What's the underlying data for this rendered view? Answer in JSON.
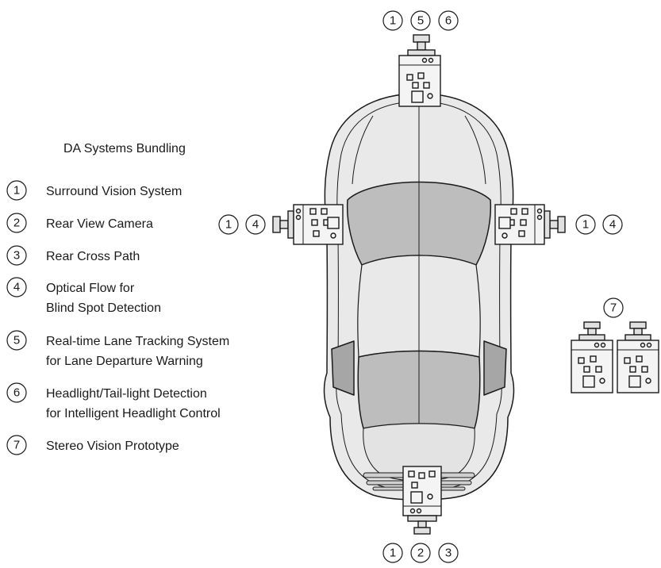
{
  "legend": {
    "title": "DA Systems Bundling",
    "items": [
      {
        "num": "1",
        "lines": [
          "Surround Vision System"
        ]
      },
      {
        "num": "2",
        "lines": [
          "Rear View Camera"
        ]
      },
      {
        "num": "3",
        "lines": [
          "Rear Cross Path"
        ]
      },
      {
        "num": "4",
        "lines": [
          "Optical Flow for",
          "Blind Spot Detection"
        ]
      },
      {
        "num": "5",
        "lines": [
          "Real-time Lane Tracking System",
          "for Lane Departure Warning"
        ]
      },
      {
        "num": "6",
        "lines": [
          "Headlight/Tail-light Detection",
          "for Intelligent Headlight Control"
        ]
      },
      {
        "num": "7",
        "lines": [
          "Stereo Vision Prototype"
        ]
      }
    ]
  },
  "camera_groups": {
    "front": [
      "1",
      "5",
      "6"
    ],
    "left": [
      "1",
      "4"
    ],
    "right": [
      "1",
      "4"
    ],
    "stereo": [
      "7"
    ],
    "rear": [
      "1",
      "2",
      "3"
    ]
  },
  "colors": {
    "stroke": "#1a1a1a",
    "body_fill": "#e9e9e9",
    "glass_fill": "#bdbdbd",
    "panel_fill": "#dcdcdc",
    "module_fill": "#f4f4f4"
  }
}
